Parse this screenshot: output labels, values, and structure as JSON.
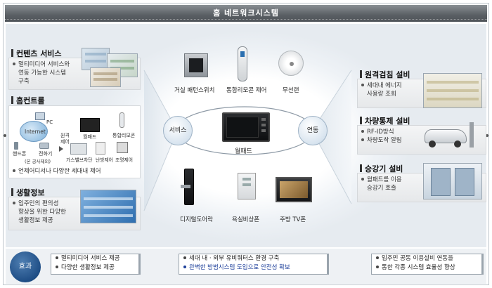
{
  "title": "홈 네트워크시스템",
  "left": {
    "contents": {
      "title": "컨텐츠 서비스",
      "text_line1": "멀티미디어 서비스와",
      "text_line2": "연동 가능한 시스템",
      "text_line3": "구축"
    },
    "home_control": {
      "title": "홈컨트롤",
      "internet": "Internet",
      "pc": "PC",
      "phone": "핸드폰",
      "tel": "전화기",
      "tel_sub": "(본 공사제외)",
      "remote_line1": "원격",
      "remote_line2": "제어",
      "wallpad": "월패드",
      "remote_ctrl": "통합리모콘",
      "gas": "가스밸브차단",
      "heating": "난방제어",
      "lighting": "조명제어",
      "bullet": "언제어디서나 다양한 세대내 제어"
    },
    "life": {
      "title": "생활정보",
      "text_line1": "입주민의 편의성",
      "text_line2": "향상을 위한 다양한",
      "text_line3": "생활정보 제공"
    }
  },
  "center": {
    "top_devices": [
      "거실 패턴스위치",
      "통합리모콘 제어",
      "무선랜"
    ],
    "service": "서비스",
    "link": "연동",
    "wallpad": "월패드",
    "bottom_devices": [
      "디지털도어락",
      "욕실비상폰",
      "주방 TV폰"
    ]
  },
  "right": {
    "meter": {
      "title": "원격검침 설비",
      "text_line1": "세대내 에너지",
      "text_line2": "사용량 조회"
    },
    "parking": {
      "title": "차량통제 설비",
      "text_line1": "RF-ID방식",
      "text_line2": "차량도착 알림"
    },
    "elevator": {
      "title": "승강기 설비",
      "text_line1": "월패드를 이용",
      "text_line2": "승강기 호출"
    }
  },
  "effects": {
    "label": "효과",
    "box1": [
      "멀티미디어 서비스 제공",
      "다양한 생활정보 제공"
    ],
    "box2": [
      "세대 내 · 외부 유비쿼터스 환경 구축",
      "완벽한 방범시스템 도입으로 안전성 확보"
    ],
    "box3": [
      "입주민 공동 이용설비 연동을",
      "통한 각종 시스템 효율성 향상"
    ]
  },
  "colors": {
    "title_bar": "#5a5f64",
    "effect_circle": "#1f4e86",
    "highlight_text": "#1d3f9a"
  }
}
